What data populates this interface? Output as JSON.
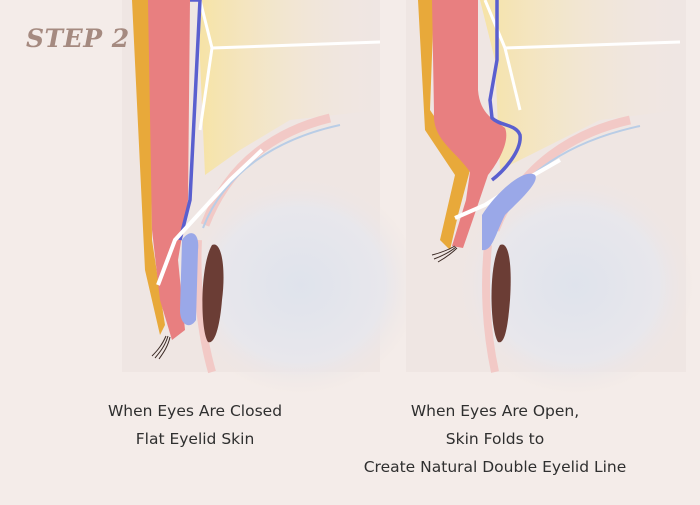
{
  "step_title": "STEP 2",
  "captions": {
    "closed": {
      "line1": "When Eyes Are Closed",
      "line2": "Flat Eyelid Skin"
    },
    "open": {
      "line1": "When Eyes Are Open,",
      "line2": "Skin Folds to",
      "line3": "Create Natural Double Eyelid Line"
    }
  },
  "colors": {
    "background": "#f4ece9",
    "panel": "#efe6e3",
    "fat": "#f7e7b3",
    "skin_muscle": "#e87f80",
    "orbicularis_band": "#e8a93a",
    "levator_line": "#5a5fcf",
    "tarsus_blue": "#9aa8e8",
    "eyeball_shade": "#dde2ec",
    "iris": "#6b3d35",
    "tendon": "#ffffff"
  }
}
